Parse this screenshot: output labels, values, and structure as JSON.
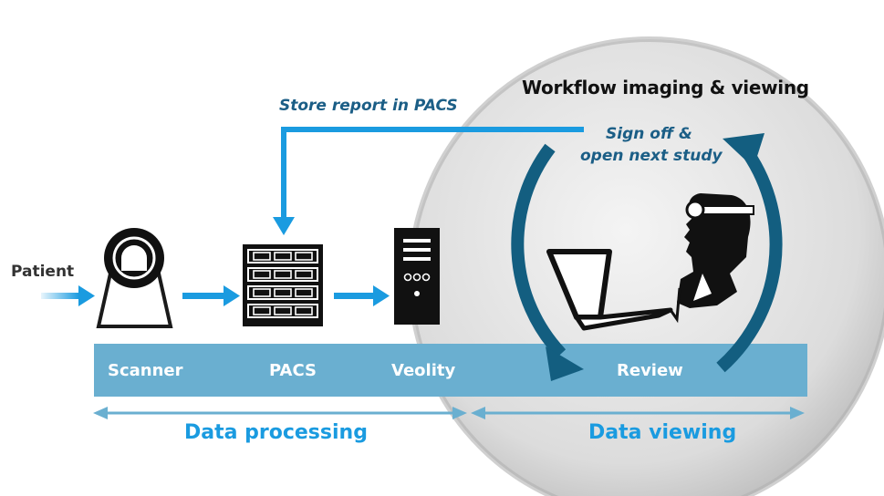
{
  "diagram": {
    "title": "Workflow imaging & viewing",
    "store_label": "Store report in PACS",
    "signoff_line1": "Sign off &",
    "signoff_line2": "open next study",
    "patient_label": "Patient",
    "stages": {
      "scanner": "Scanner",
      "pacs": "PACS",
      "veolity": "Veolity",
      "review": "Review"
    },
    "phases": {
      "processing": "Data processing",
      "viewing": "Data viewing"
    },
    "icons": {
      "scanner": "ct-scanner-icon",
      "pacs": "server-rack-icon",
      "veolity": "workstation-tower-icon",
      "review": "radiologist-laptop-icon"
    },
    "colors": {
      "accent_blue": "#1a9be0",
      "bar_blue": "#6aafd0",
      "dark_teal": "#135e80",
      "circle_gray": "#d6d6d6"
    }
  }
}
